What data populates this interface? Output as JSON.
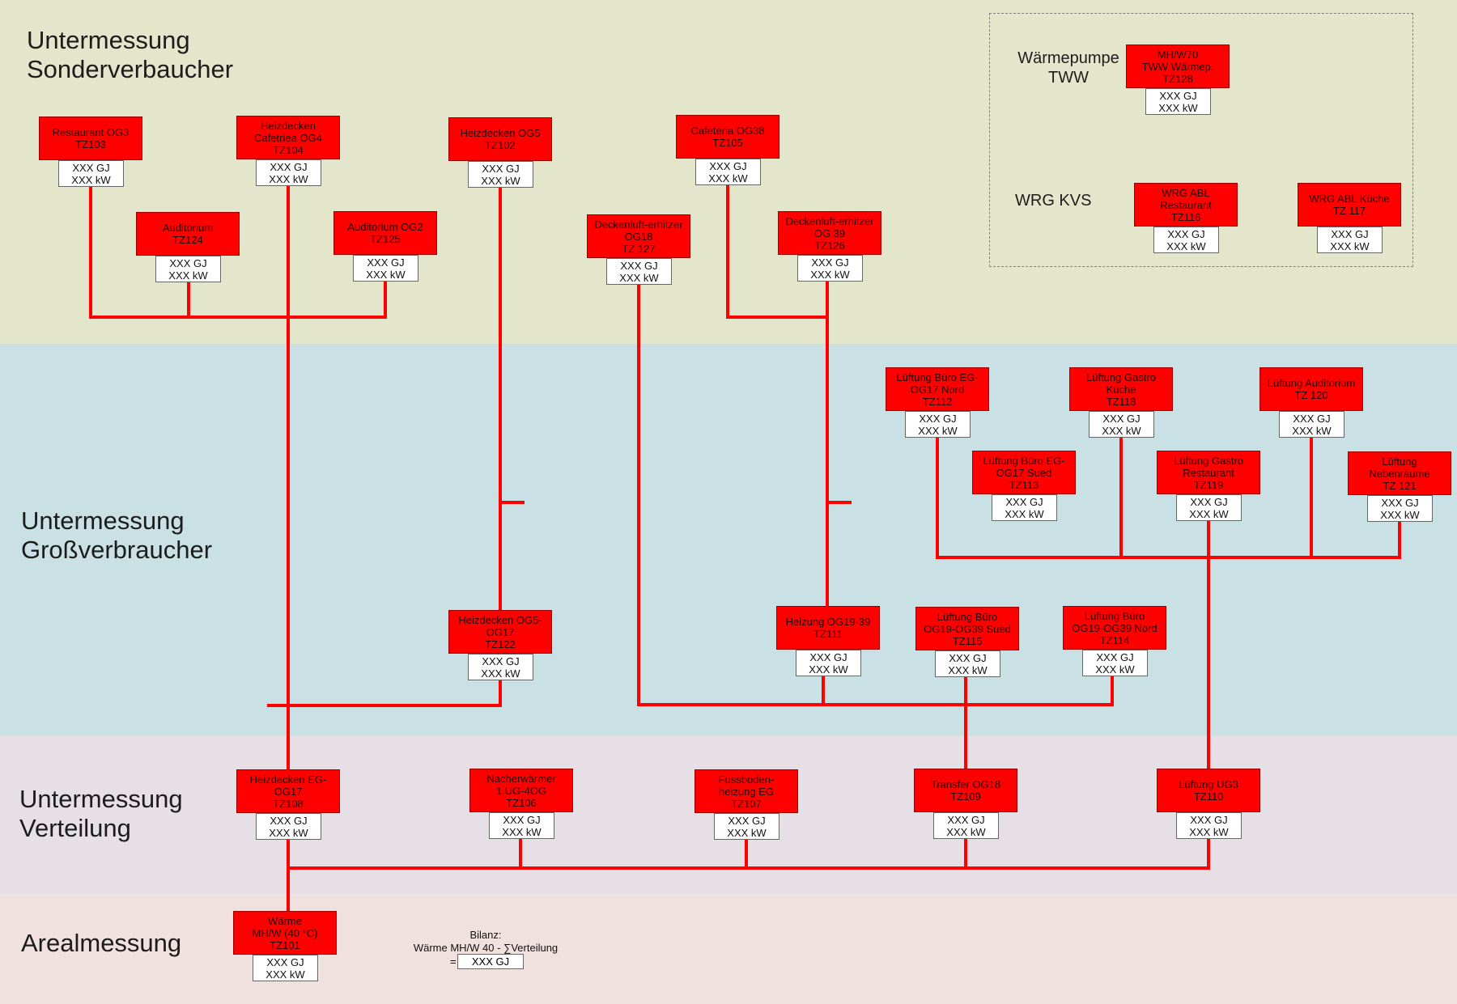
{
  "colors": {
    "band_sonder": "#e4e6cc",
    "band_gross": "#c9e1e4",
    "band_verteilung": "#e6e0e6",
    "band_areal": "#f0e1df",
    "meter": "#ff0000",
    "line": "#ff0000"
  },
  "bands": {
    "sonder": "Untermessung\nSonderverbaucher",
    "gross": "Untermessung\nGroßverbraucher",
    "verteilung": "Untermessung\nVerteilung",
    "areal": "Arealmessung"
  },
  "legend": {
    "waermepumpe": "Wärmepumpe\nTWW",
    "wrg": "WRG KVS"
  },
  "bilanz": {
    "label": "Bilanz:\nWärme MH/W 40 - ∑Verteilung",
    "eq": "=",
    "value": "XXX GJ"
  },
  "meters": {
    "tz103": {
      "label": "Restaurant OG3\nTZ103",
      "gj": "XXX GJ",
      "kw": "XXX kW"
    },
    "tz104": {
      "label": "Heizdecken\nCafetriea OG4\nTZ104",
      "gj": "XXX GJ",
      "kw": "XXX kW"
    },
    "tz102": {
      "label": "Heizdecken OG5\nTZ102",
      "gj": "XXX GJ",
      "kw": "XXX kW"
    },
    "tz105": {
      "label": "Cafeteria OG38\nTZ105",
      "gj": "XXX GJ",
      "kw": "XXX kW"
    },
    "tz124": {
      "label": "Auditorium\nTZ124",
      "gj": "XXX GJ",
      "kw": "XXX kW"
    },
    "tz125": {
      "label": "Auditorium OG2\nTZ125",
      "gj": "XXX GJ",
      "kw": "XXX kW"
    },
    "tz127": {
      "label": "Deckenluft-erhitzer\nOG18\nTZ 127",
      "gj": "XXX GJ",
      "kw": "XXX kW"
    },
    "tz126": {
      "label": "Deckenluft-erhitzer\nOG 39\nTZ126",
      "gj": "XXX GJ",
      "kw": "XXX kW"
    },
    "tz128": {
      "label": "MH/W70\nTWW Wärmep.\nTZ128",
      "gj": "XXX GJ",
      "kw": "XXX kW"
    },
    "tz116": {
      "label": "WRG ABL\nRestaurant\nTZ116",
      "gj": "XXX GJ",
      "kw": "XXX kW"
    },
    "tz117": {
      "label": "WRG ABL Küche\nTZ 117",
      "gj": "XXX GJ",
      "kw": "XXX kW"
    },
    "tz112": {
      "label": "Lüftung Büro EG-\nOG17 Nord\nTZ112",
      "gj": "XXX GJ",
      "kw": "XXX kW"
    },
    "tz118": {
      "label": "Lüftung Gastro\nKüche\nTZ118",
      "gj": "XXX GJ",
      "kw": "XXX kW"
    },
    "tz120": {
      "label": "Lüftung Auditorium\nTZ 120",
      "gj": "XXX GJ",
      "kw": "XXX kW"
    },
    "tz113": {
      "label": "Lüftung Büro EG-\nOG17 Sued\nTZ113",
      "gj": "XXX GJ",
      "kw": "XXX kW"
    },
    "tz119": {
      "label": "Lüftung Gastro\nRestaurant\nTZ119",
      "gj": "XXX GJ",
      "kw": "XXX kW"
    },
    "tz121": {
      "label": "Lüftung\nNebenräume\nTZ 121",
      "gj": "XXX GJ",
      "kw": "XXX kW"
    },
    "tz122": {
      "label": "Heizdecken OG5-\nOG17\nTZ122",
      "gj": "XXX GJ",
      "kw": "XXX kW"
    },
    "tz111": {
      "label": "Heizung OG19-39\nTZ111",
      "gj": "XXX GJ",
      "kw": "XXX kW"
    },
    "tz115": {
      "label": "Lüftung Büro\nOG19-OG39 Sued\nTZ115",
      "gj": "XXX GJ",
      "kw": "XXX kW"
    },
    "tz114": {
      "label": "Lüftung Büro\nOG19-OG39 Nord\nTZ114",
      "gj": "XXX GJ",
      "kw": "XXX kW"
    },
    "tz108": {
      "label": "Heizdecken EG-\nOG17\nTZ108",
      "gj": "XXX GJ",
      "kw": "XXX kW"
    },
    "tz106": {
      "label": "Nacherwärmer\n1.UG-4OG\nTZ106",
      "gj": "XXX GJ",
      "kw": "XXX kW"
    },
    "tz107": {
      "label": "Fussboden-\nheizung EG\nTZ107",
      "gj": "XXX GJ",
      "kw": "XXX kW"
    },
    "tz109": {
      "label": "Transfer OG18\nTZ109",
      "gj": "XXX GJ",
      "kw": "XXX kW"
    },
    "tz110": {
      "label": "Lüftung UG3\nTZ110",
      "gj": "XXX GJ",
      "kw": "XXX kW"
    },
    "tz101": {
      "label": "Wärme\nMH/W (40 °C)\nTZ101",
      "gj": "XXX GJ",
      "kw": "XXX kW"
    }
  }
}
